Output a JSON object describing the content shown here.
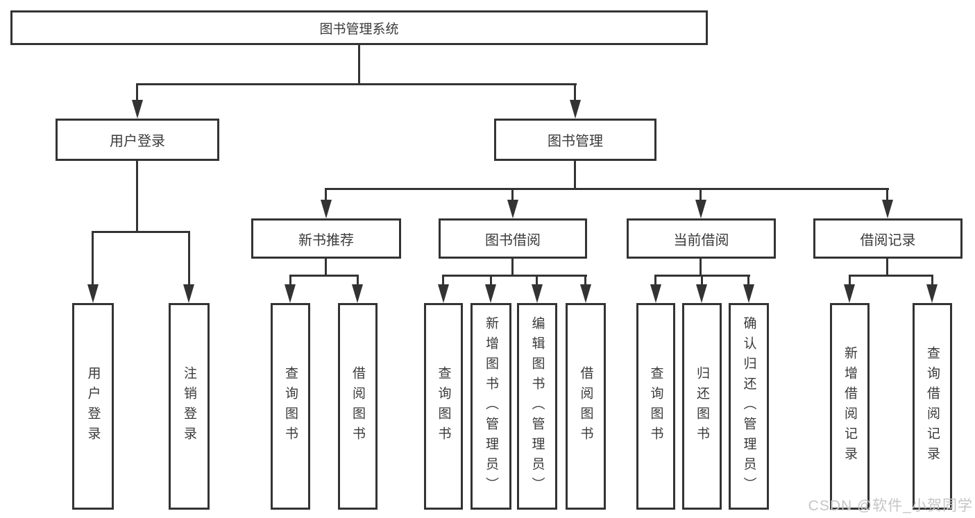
{
  "tree": {
    "root": {
      "label": "图书管理系统"
    },
    "branches": [
      {
        "label": "用户登录",
        "children": [
          {
            "label": "用户登录"
          },
          {
            "label": "注销登录"
          }
        ]
      },
      {
        "label": "图书管理",
        "sections": [
          {
            "label": "新书推荐",
            "children": [
              {
                "label": "查询图书"
              },
              {
                "label": "借阅图书"
              }
            ]
          },
          {
            "label": "图书借阅",
            "children": [
              {
                "label": "查询图书"
              },
              {
                "label": "新增图书（管理员）"
              },
              {
                "label": "编辑图书（管理员）"
              },
              {
                "label": "借阅图书"
              }
            ]
          },
          {
            "label": "当前借阅",
            "children": [
              {
                "label": "查询图书"
              },
              {
                "label": "归还图书"
              },
              {
                "label": "确认归还（管理员）"
              }
            ]
          },
          {
            "label": "借阅记录",
            "children": [
              {
                "label": "新增借阅记录"
              },
              {
                "label": "查询借阅记录"
              }
            ]
          }
        ]
      }
    ]
  },
  "watermark": {
    "text": "CSDN @软件_小贺同学"
  },
  "colors": {
    "line": "#333333",
    "text": "#3a3a3a",
    "background": "#ffffff",
    "watermark": "#c5c5c5"
  }
}
